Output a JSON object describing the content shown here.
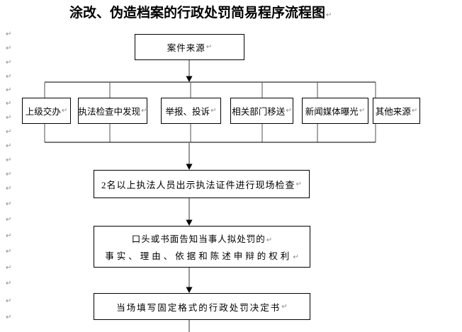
{
  "title": "涂改、伪造档案的行政处罚简易程序流程图",
  "marks": {
    "pilcrow": "↵"
  },
  "flow": {
    "source_box": "案件来源",
    "channels": [
      "上级交办",
      "执法检查中发现",
      "举报、投诉",
      "相关部门移送",
      "新闻媒体曝光",
      "其他来源"
    ],
    "step_check": "2名以上执法人员出示执法证件进行现场检查",
    "step_inform_line1": "口头或书面告知当事人拟处罚的",
    "step_inform_line2": "事实、理由、依据和陈述申辩的权利",
    "step_decision": "当场填写固定格式的行政处罚决定书"
  },
  "colors": {
    "line": "#7f7f7f",
    "bus": "#2b2b2b",
    "stub": "#6e6e6e",
    "border": "#000000",
    "head": "#000000",
    "mark": "#8a8a8a",
    "text": "#000000"
  },
  "left_margin_marks_y": [
    44,
    64,
    84,
    104,
    123,
    142,
    162,
    182,
    202,
    222,
    242,
    262,
    284,
    306,
    329,
    351,
    374,
    396,
    421,
    444
  ]
}
